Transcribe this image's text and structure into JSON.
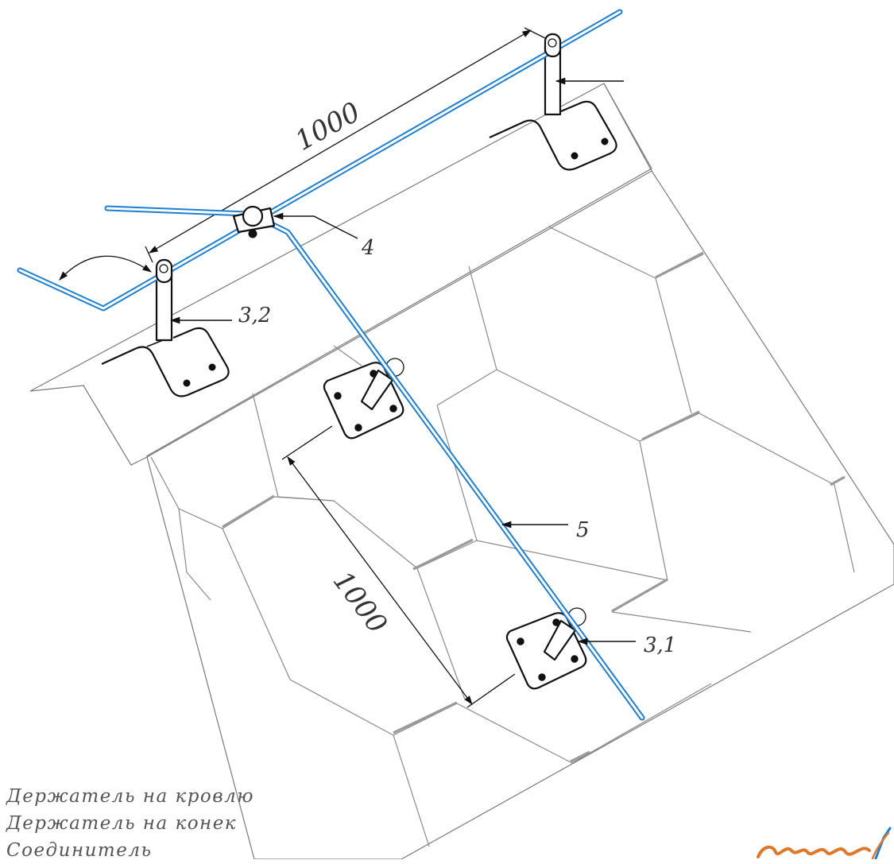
{
  "diagram": {
    "dimensions": [
      "1000",
      "1000"
    ],
    "callouts": {
      "roof_holder": "3,1",
      "ridge_holder": "3,2",
      "connector": "4",
      "conductor": "5"
    }
  },
  "legend": [
    "Держатель на кровлю",
    "Держатель на конек",
    "Соединитель"
  ],
  "logo": {
    "color": "#e0782a",
    "accent": "#1e7fd0"
  }
}
